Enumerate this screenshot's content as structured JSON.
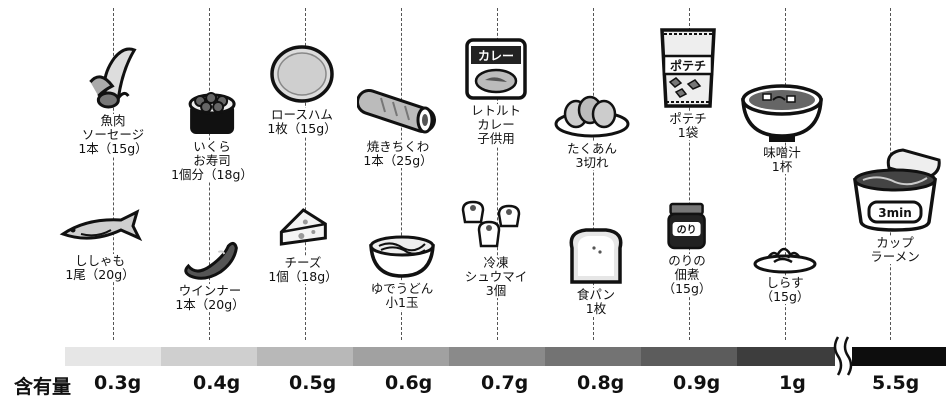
{
  "legend": {
    "title": "含有量",
    "ticks": [
      "0.3g",
      "0.4g",
      "0.5g",
      "0.6g",
      "0.7g",
      "0.8g",
      "0.9g",
      "1g",
      "5.5g"
    ],
    "colors": [
      "#e6e6e6",
      "#cfcfcf",
      "#b8b8b8",
      "#a1a1a1",
      "#8a8a8a",
      "#737373",
      "#5c5c5c",
      "#3d3d3d",
      "#0d0d0d"
    ]
  },
  "foods": [
    {
      "label": "魚肉\nソーセージ\n1本（15g）",
      "icon": "fish-sausage-icon",
      "level": "0.3g"
    },
    {
      "label": "ししゃも\n1尾（20g）",
      "icon": "shishamo-fish-icon",
      "level": "0.3g"
    },
    {
      "label": "いくら\nお寿司\n1個分（18g）",
      "icon": "ikura-sushi-icon",
      "level": "0.4g"
    },
    {
      "label": "ウインナー\n1本（20g）",
      "icon": "wiener-sausage-icon",
      "level": "0.4g"
    },
    {
      "label": "ロースハム\n1枚（15g）",
      "icon": "ham-slice-icon",
      "level": "0.5g"
    },
    {
      "label": "チーズ\n1個（18g）",
      "icon": "cheese-icon",
      "level": "0.5g"
    },
    {
      "label": "焼きちくわ\n1本（25g）",
      "icon": "chikuwa-icon",
      "level": "0.6g"
    },
    {
      "label": "ゆでうどん\n小1玉",
      "icon": "udon-bowl-icon",
      "level": "0.6g"
    },
    {
      "label": "レトルト\nカレー\n子供用",
      "icon": "retort-curry-icon",
      "level": "0.7g"
    },
    {
      "label": "冷凍\nシュウマイ\n3個",
      "icon": "shumai-icon",
      "level": "0.7g"
    },
    {
      "label": "たくあん\n3切れ",
      "icon": "takuan-icon",
      "level": "0.8g"
    },
    {
      "label": "食パン\n1枚",
      "icon": "bread-icon",
      "level": "0.8g"
    },
    {
      "label": "ポテチ\n1袋",
      "icon": "potato-chips-bag-icon",
      "level": "0.9g"
    },
    {
      "label": "のりの\n佃煮\n（15g）",
      "icon": "nori-tsukudani-jar-icon",
      "level": "0.9g"
    },
    {
      "label": "味噌汁\n1杯",
      "icon": "miso-soup-icon",
      "level": "1g"
    },
    {
      "label": "しらす\n（15g）",
      "icon": "shirasu-icon",
      "level": "1g"
    },
    {
      "label": "カップ\nラーメン",
      "icon": "cup-ramen-icon",
      "level": "5.5g"
    }
  ],
  "package_text": {
    "curry": "カレー",
    "chips": "ポテチ",
    "nori": "のり",
    "ramen": "3min"
  }
}
